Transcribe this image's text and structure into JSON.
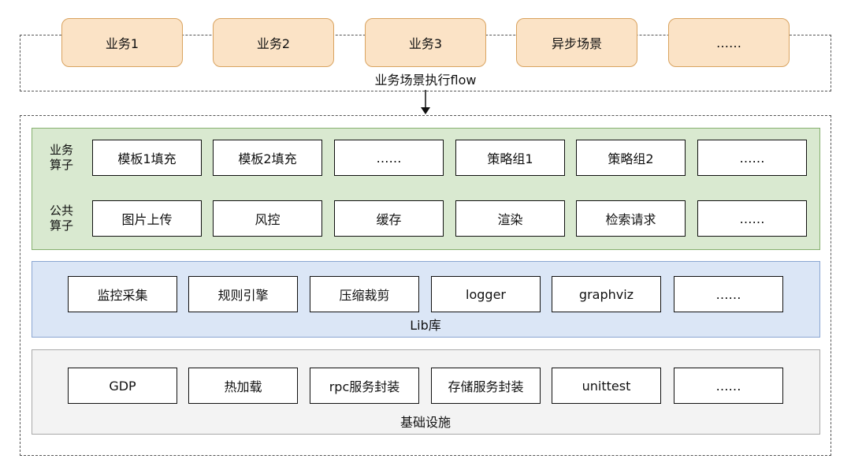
{
  "flow": {
    "items": [
      "业务1",
      "业务2",
      "业务3",
      "异步场景",
      "……"
    ],
    "label": "业务场景执行flow"
  },
  "operators": {
    "business": {
      "label_line1": "业务",
      "label_line2": "算子",
      "items": [
        "模板1填充",
        "模板2填充",
        "……",
        "策略组1",
        "策略组2",
        "……"
      ]
    },
    "common": {
      "label_line1": "公共",
      "label_line2": "算子",
      "items": [
        "图片上传",
        "风控",
        "缓存",
        "渲染",
        "检索请求",
        "……"
      ]
    }
  },
  "lib": {
    "items": [
      "监控采集",
      "规则引擎",
      "压缩裁剪",
      "logger",
      "graphviz",
      "……"
    ],
    "label": "Lib库"
  },
  "infra": {
    "items": [
      "GDP",
      "热加载",
      "rpc服务封装",
      "存储服务封装",
      "unittest",
      "……"
    ],
    "label": "基础设施"
  },
  "colors": {
    "flow_box": "#fbe3c6",
    "operators_panel": "#d9e9d0",
    "lib_panel": "#dbe6f6",
    "infra_panel": "#f3f3f3"
  }
}
